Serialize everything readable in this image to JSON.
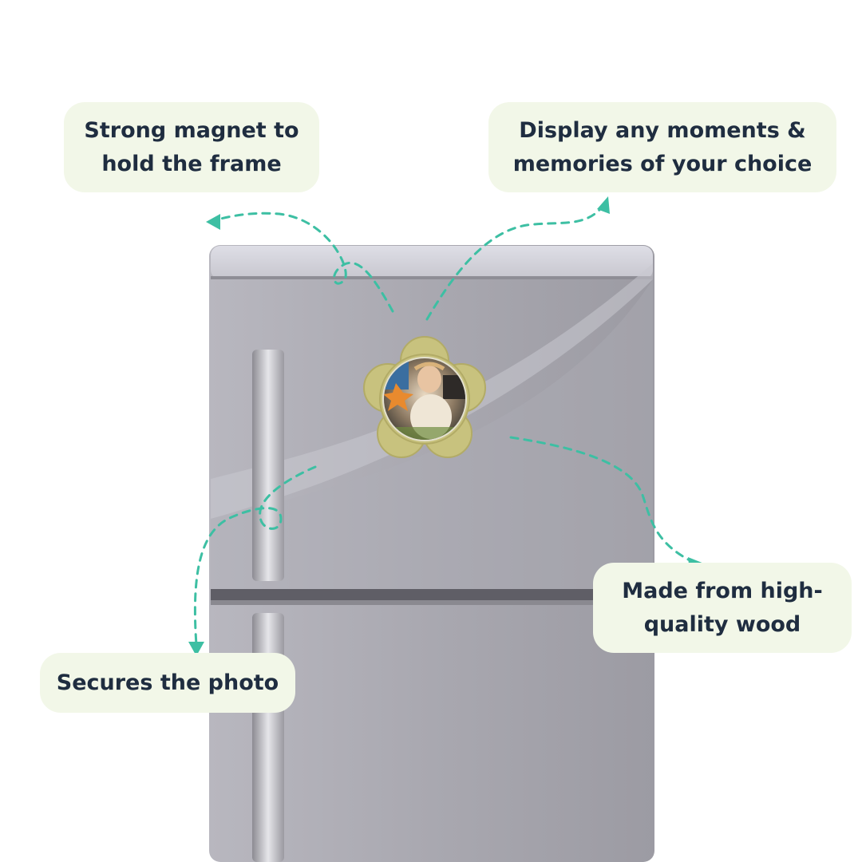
{
  "callouts": {
    "magnet": {
      "line1": "Strong magnet to",
      "line2": "hold the frame"
    },
    "display": {
      "line1": "Display any moments &",
      "line2": "memories of your choice"
    },
    "wood": {
      "line1": "Made from high-",
      "line2": "quality wood"
    },
    "secures": {
      "text": "Secures the photo"
    }
  },
  "colors": {
    "callout_bg": "#f2f7e8",
    "text": "#1f2d40",
    "arrow": "#3dbfa3",
    "fridge": "#b3b2b9",
    "frame_wood": "#c8c27e"
  }
}
